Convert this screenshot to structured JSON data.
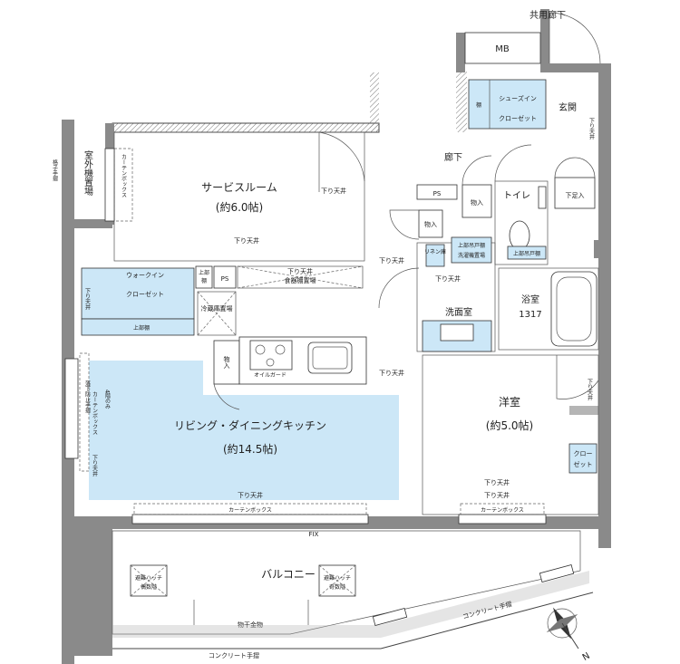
{
  "labels": {
    "common_corridor": "共用廊下",
    "mb": "MB",
    "entrance": "玄関",
    "shoes_in": "シューズイン",
    "closet": "クローゼット",
    "shelf": "棚",
    "drop_ceiling": "下り天井",
    "hallway": "廊下",
    "ps": "PS",
    "storage": "物入",
    "toilet": "トイレ",
    "shoe_storage": "下足入",
    "service_room": "サービスルーム",
    "service_room_size": "(約6.0帖)",
    "outdoor_unit": "室外機置場",
    "railing": "格子手摺",
    "curtain_box": "カーテンボックス",
    "walk_in": "ウォークイン",
    "upper_shelf": "上部棚",
    "upper": "上部",
    "dish_dryer": "食器棚置場",
    "fridge": "冷蔵庫置場",
    "oil_guard": "オイルガード",
    "linen": "リネン庫",
    "upper_cabinet": "上部吊戸棚",
    "washer": "洗濯機置場",
    "upper_cabinet_2": "上部吊戸棚",
    "washroom": "洗面室",
    "bathroom": "浴室",
    "bath_size": "1317",
    "ldk": "リビング・ダイニングキッチン",
    "ldk_size": "(約14.5帖)",
    "fourth_floor_only": "4階のみ",
    "fall_prevention": "落下防止手摺",
    "western_room": "洋室",
    "western_size": "(約5.0帖)",
    "closet_short_1": "クロー",
    "closet_short_2": "ゼット",
    "fix": "FIX",
    "balcony": "バルコニー",
    "hatch_even": "避難ハッチ\n偶数階",
    "hatch_odd": "避難ハッチ\n奇数階",
    "hatch_title": "避難ハッチ",
    "even_floor": "偶数階",
    "odd_floor": "奇数階",
    "drying_hardware": "物干金物",
    "concrete_railing": "コンクリート手摺",
    "north": "N"
  }
}
